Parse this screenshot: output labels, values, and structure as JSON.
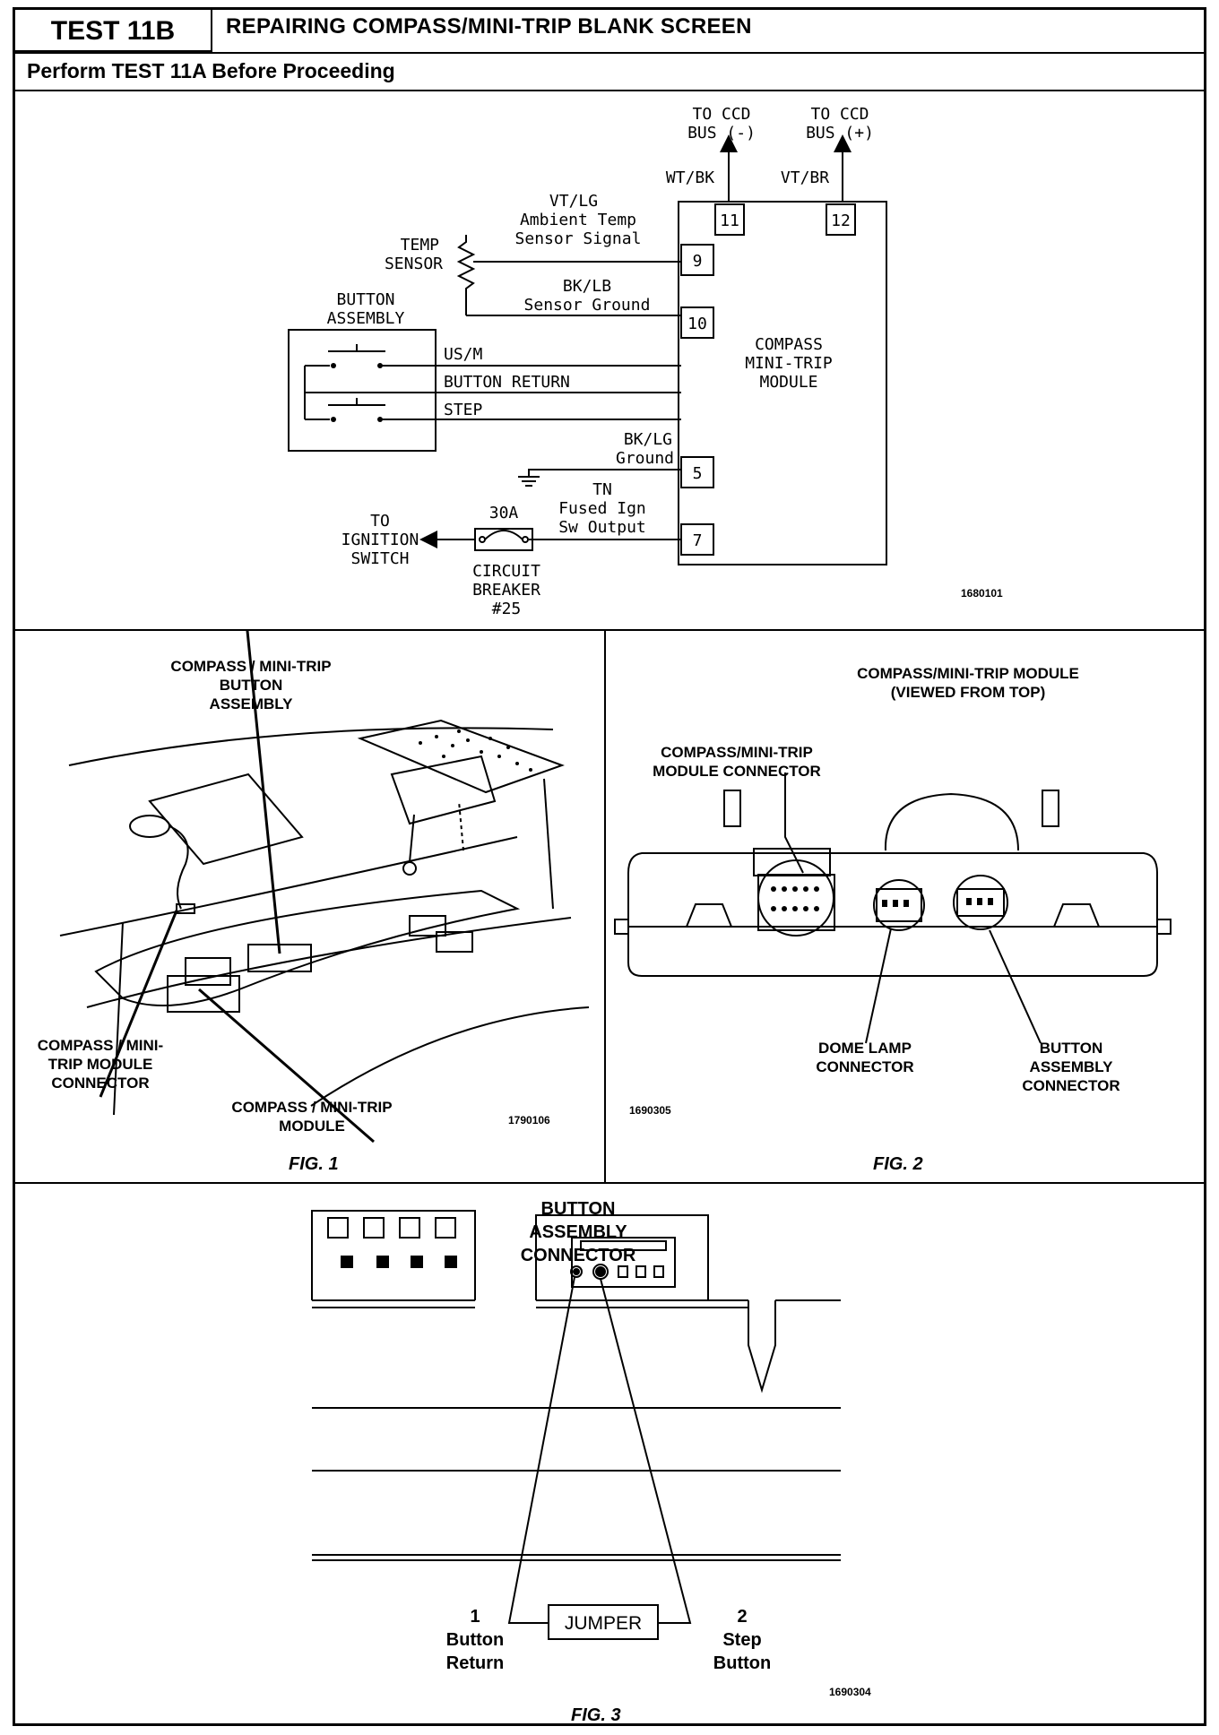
{
  "header": {
    "test_id": "TEST 11B",
    "title": "REPAIRING COMPASS/MINI-TRIP BLANK SCREEN",
    "subtitle": "Perform TEST 11A Before Proceeding"
  },
  "schematic": {
    "ccd_neg": [
      "TO CCD",
      "BUS (-)"
    ],
    "ccd_pos": [
      "TO CCD",
      "BUS (+)"
    ],
    "wire_wtbk": "WT/BK",
    "wire_vtbr": "VT/BR",
    "pin_11": "11",
    "pin_12": "12",
    "pin_9": "9",
    "pin_10": "10",
    "pin_5": "5",
    "pin_7": "7",
    "vtlg": [
      "VT/LG",
      "Ambient Temp",
      "Sensor Signal"
    ],
    "temp_sensor": [
      "TEMP",
      "SENSOR"
    ],
    "bklb": [
      "BK/LB",
      "Sensor Ground"
    ],
    "button_assembly": [
      "BUTTON",
      "ASSEMBLY"
    ],
    "usm": "US/M",
    "button_return": "BUTTON RETURN",
    "step": "STEP",
    "module": [
      "COMPASS",
      "MINI-TRIP",
      "MODULE"
    ],
    "bklg": [
      "BK/LG",
      "Ground"
    ],
    "tn": [
      "TN",
      "Fused Ign",
      "Sw Output"
    ],
    "amp": "30A",
    "ignition": [
      "TO",
      "IGNITION",
      "SWITCH"
    ],
    "breaker": [
      "CIRCUIT",
      "BREAKER",
      "#25"
    ],
    "code": "1680101"
  },
  "fig1": {
    "button_assembly": [
      "COMPASS / MINI-TRIP",
      "BUTTON",
      "ASSEMBLY"
    ],
    "module_connector": [
      "COMPASS / MINI-",
      "TRIP MODULE",
      "CONNECTOR"
    ],
    "module": [
      "COMPASS / MINI-TRIP",
      "MODULE"
    ],
    "code": "1790106",
    "caption": "FIG. 1"
  },
  "fig2": {
    "title": [
      "COMPASS/MINI-TRIP MODULE",
      "(VIEWED FROM TOP)"
    ],
    "module_connector": [
      "COMPASS/MINI-TRIP",
      "MODULE CONNECTOR"
    ],
    "dome_lamp": [
      "DOME LAMP",
      "CONNECTOR"
    ],
    "button_assembly": [
      "BUTTON",
      "ASSEMBLY",
      "CONNECTOR"
    ],
    "code": "1690305",
    "caption": "FIG. 2"
  },
  "fig3": {
    "title": [
      "BUTTON",
      "ASSEMBLY",
      "CONNECTOR"
    ],
    "jumper": "JUMPER",
    "pin1": [
      "1",
      "Button",
      "Return"
    ],
    "pin2": [
      "2",
      "Step",
      "Button"
    ],
    "code": "1690304",
    "caption": "FIG. 3"
  }
}
